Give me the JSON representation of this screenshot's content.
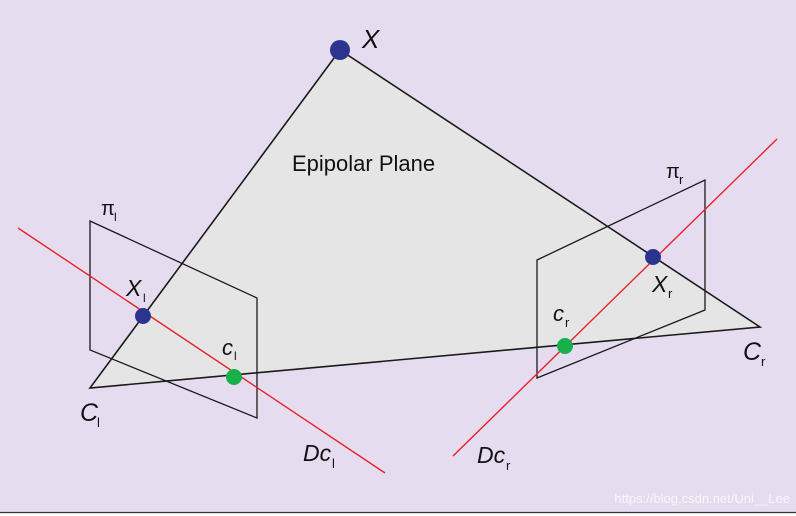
{
  "diagram": {
    "title": "Epipolar Plane",
    "points": {
      "world_point": "X",
      "left_camera_center": "C",
      "left_camera_sub": "l",
      "right_camera_center": "C",
      "right_camera_sub": "r",
      "left_image_point": "X",
      "left_image_point_sub": "l",
      "right_image_point": "X",
      "right_image_point_sub": "r",
      "left_epipole": "c",
      "left_epipole_sub": "l",
      "right_epipole": "c",
      "right_epipole_sub": "r"
    },
    "planes": {
      "left_plane": "π",
      "left_plane_sub": "l",
      "right_plane": "π",
      "right_plane_sub": "r"
    },
    "lines": {
      "left_epiline": "Dc",
      "left_epiline_sub": "l",
      "right_epiline": "Dc",
      "right_epiline_sub": "r"
    },
    "watermark": "https://blog.csdn.net/Uni__Lee"
  },
  "colors": {
    "background": "#e6dcef",
    "plane_fill": "#e5e5e5",
    "line_black": "#1a1a1a",
    "epiline_red": "#e8202a",
    "point_blue": "#2b3590",
    "point_green": "#18b04a"
  }
}
